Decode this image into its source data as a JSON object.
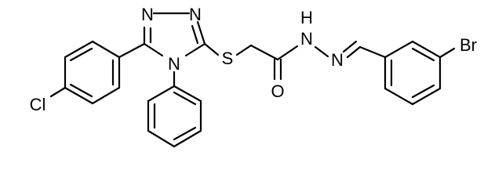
{
  "molecule": {
    "atoms": {
      "n_triazole_top_left": "N",
      "n_triazole_top_right": "N",
      "n_triazole_ring": "N",
      "s_thioether": "S",
      "n_hydrazide_nh": "N",
      "h_hydrazide": "H",
      "n_hydrazone": "N",
      "o_carbonyl": "O",
      "cl_substituent": "Cl",
      "br_substituent": "Br"
    },
    "colors": {
      "bond": "#000000",
      "label": "#000000",
      "background": "#ffffff"
    }
  }
}
